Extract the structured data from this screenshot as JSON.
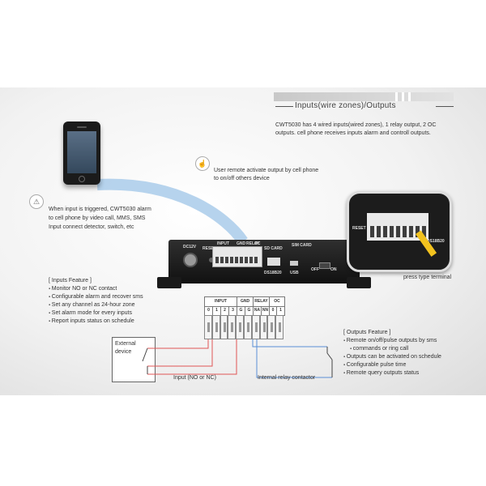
{
  "header": {
    "title": "Inputs(wire zones)/Outputs",
    "intro_line1": "CWT5030 has 4 wired inputs(wired zones), 1 relay output, 2 OC",
    "intro_line2": "outputs. cell phone receives inputs alarm and controll outputs."
  },
  "remote": {
    "line1": "User remote activate output by cell phone",
    "line2": "to on/off others device"
  },
  "trigger": {
    "line1": "When input is triggered, CWT5030 alarm",
    "line2": "to cell phone by video call, MMS, SMS",
    "line3": "Input connect detector, switch, etc"
  },
  "device_labels": {
    "dc": "DC12V",
    "reset": "RESET",
    "input": "INPUT",
    "gnd": "GND",
    "relay": "RELAY",
    "oc": "OC",
    "sd": "SD CARD",
    "sim": "SIM CARD",
    "ds": "DS18B20",
    "usb": "USB",
    "off": "OFF",
    "on": "ON"
  },
  "zoom_label": "press type terminal",
  "inputs_feature": {
    "title": "[ Inputs Feature ]",
    "items": [
      "Monitor NO or NC contact",
      "Configurable alarm and recover sms",
      "Set any channel as 24-hour zone",
      "Set alarm mode for every inputs",
      "Report inputs status on schedule"
    ]
  },
  "outputs_feature": {
    "title": "[ Outputs Feature ]",
    "items": [
      "Remote on/off/pulse outputs by sms",
      "commands or ring call",
      "Outputs can be activated on schedule",
      "Configurable pulse time",
      "Remote query outputs status"
    ]
  },
  "terminal": {
    "groups": [
      "INPUT",
      "GND",
      "RELAY",
      "OC"
    ],
    "pins": [
      "0",
      "1",
      "2",
      "3",
      "G",
      "G",
      "NA",
      "NN",
      "0",
      "1"
    ]
  },
  "diagram": {
    "external_line1": "External",
    "external_line2": "device",
    "input_label": "Input (NO or NC)",
    "relay_label": "Internal relay contactor"
  },
  "colors": {
    "accent_blue": "#9cc3e6",
    "input_wire": "#e05555",
    "relay_wire": "#5a8fd6",
    "arrow_yellow": "#f2c21e"
  }
}
